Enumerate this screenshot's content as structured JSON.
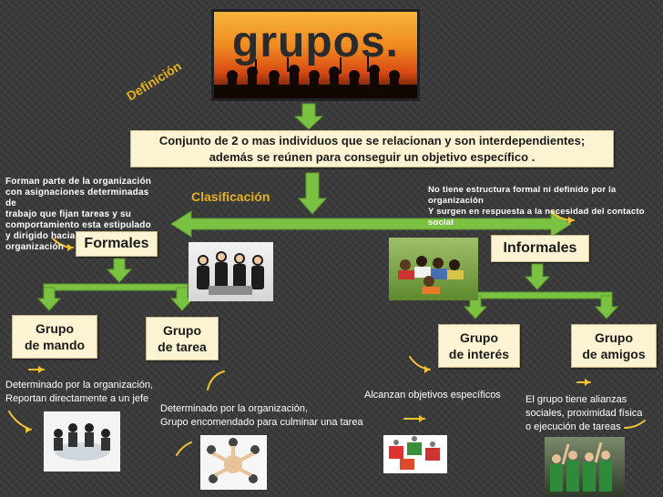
{
  "header": {
    "logo_text": "grupos."
  },
  "definition": {
    "tag": "Definición",
    "line1": "Conjunto de 2 o mas individuos que se relacionan y son interdependientes;",
    "line2": "además se reúnen para conseguir un objetivo específico ."
  },
  "classification": {
    "label": "Clasificación"
  },
  "formales": {
    "title": "Formales",
    "note": [
      "Forman parte de la organización",
      "con asignaciones determinadas de",
      "trabajo que fijan tareas y su",
      "comportamiento esta estipulado",
      "y dirigido hacia las metas de la",
      "organización"
    ]
  },
  "informales": {
    "title": "Informales",
    "note": [
      "No tiene estructura formal ni definido por la organización",
      "Y surgen en respuesta a la necesidad del contacto social"
    ]
  },
  "subgroups": {
    "mando": {
      "line1": "Grupo",
      "line2": "de mando",
      "desc": [
        "Determinado por la organización,",
        "Reportan directamente a un jefe"
      ]
    },
    "tarea": {
      "line1": "Grupo",
      "line2": "de tarea",
      "desc": [
        "Determinado por la organización,",
        "Grupo encomendado para culminar una tarea"
      ]
    },
    "interes": {
      "line1": "Grupo",
      "line2": "de interés",
      "desc": [
        "Alcanzan objetivos específicos"
      ]
    },
    "amigos": {
      "line1": "Grupo",
      "line2": "de amigos",
      "desc": [
        "El grupo tiene alianzas",
        "sociales, proximidad física",
        "o ejecución de tareas"
      ]
    }
  },
  "colors": {
    "arrow_green": "#7cc242",
    "box_fill": "#fbf3d1",
    "accent": "#e8b21a",
    "background": "#3a3a3a"
  }
}
